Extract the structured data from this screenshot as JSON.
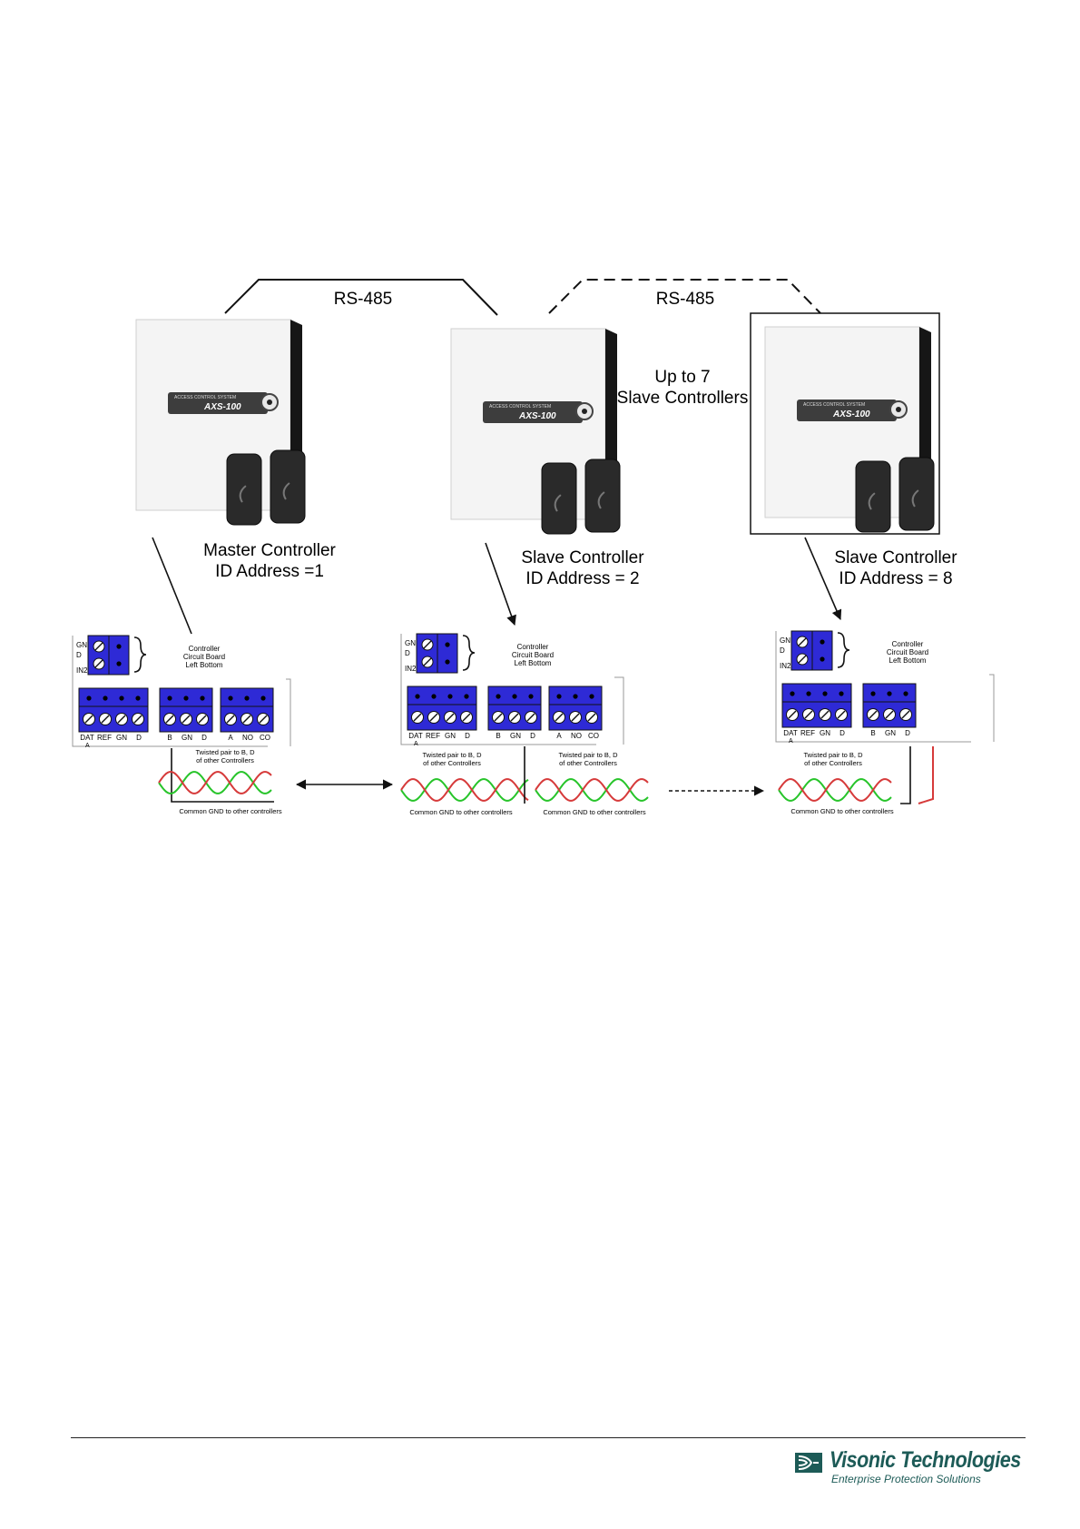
{
  "bus": {
    "link1_label": "RS-485",
    "link2_label": "RS-485",
    "slave_range_line1": "Up to 7",
    "slave_range_line2": "Slave Controllers"
  },
  "controllers": [
    {
      "role": "Master Controller",
      "id": "ID Address =1",
      "panel_brand": "AXS-100",
      "panel_caption": "ACCESS CONTROL SYSTEM"
    },
    {
      "role": "Slave Controller",
      "id": "ID Address = 2",
      "panel_brand": "AXS-100",
      "panel_caption": "ACCESS CONTROL SYSTEM"
    },
    {
      "role": "Slave Controller",
      "id": "ID Address = 8",
      "panel_brand": "AXS-100",
      "panel_caption": "ACCESS CONTROL SYSTEM"
    }
  ],
  "boards": [
    {
      "top_pins": [
        "GN",
        "D",
        "IN2"
      ],
      "board_note": [
        "Controller",
        "Circuit Board",
        "Left Bottom"
      ],
      "group1": [
        "DAT",
        "REF",
        "GN",
        "D"
      ],
      "group1_sub": "A",
      "group2": [
        "B",
        "GN",
        "D"
      ],
      "group3": [
        "A",
        "NO",
        "CO"
      ],
      "twisted_note": [
        "Twisted pair to B, D",
        "of other Controllers"
      ],
      "gnd_note": "Common GND to other controllers"
    },
    {
      "top_pins": [
        "GN",
        "D",
        "IN2"
      ],
      "board_note": [
        "Controller",
        "Circuit Board",
        "Left Bottom"
      ],
      "group1": [
        "DAT",
        "REF",
        "GN",
        "D"
      ],
      "group1_sub": "A",
      "group2": [
        "B",
        "GN",
        "D"
      ],
      "group3": [
        "A",
        "NO",
        "CO"
      ],
      "twisted_note": [
        "Twisted pair to B, D",
        "of other Controllers"
      ],
      "twisted_note_b": [
        "Twisted pair to B, D",
        "of other Controllers"
      ],
      "gnd_note": "Common GND to other controllers",
      "gnd_note_b": "Common GND to other controllers"
    },
    {
      "top_pins": [
        "GN",
        "D",
        "IN2"
      ],
      "board_note": [
        "Controller",
        "Circuit Board",
        "Left Bottom"
      ],
      "group1": [
        "DAT",
        "REF",
        "GN",
        "D"
      ],
      "group1_sub": "A",
      "group2": [
        "B",
        "GN",
        "D"
      ],
      "twisted_note": [
        "Twisted pair to B, D",
        "of other Controllers"
      ],
      "gnd_note": "Common GND to other controllers"
    }
  ],
  "footer": {
    "brand": "Visonic Technologies",
    "tagline": "Enterprise Protection Solutions"
  },
  "colors": {
    "terminal_blue": "#2e2ad6",
    "wire_green": "#27c42a",
    "wire_red": "#d63a3a",
    "logo_teal": "#1d5b57"
  }
}
